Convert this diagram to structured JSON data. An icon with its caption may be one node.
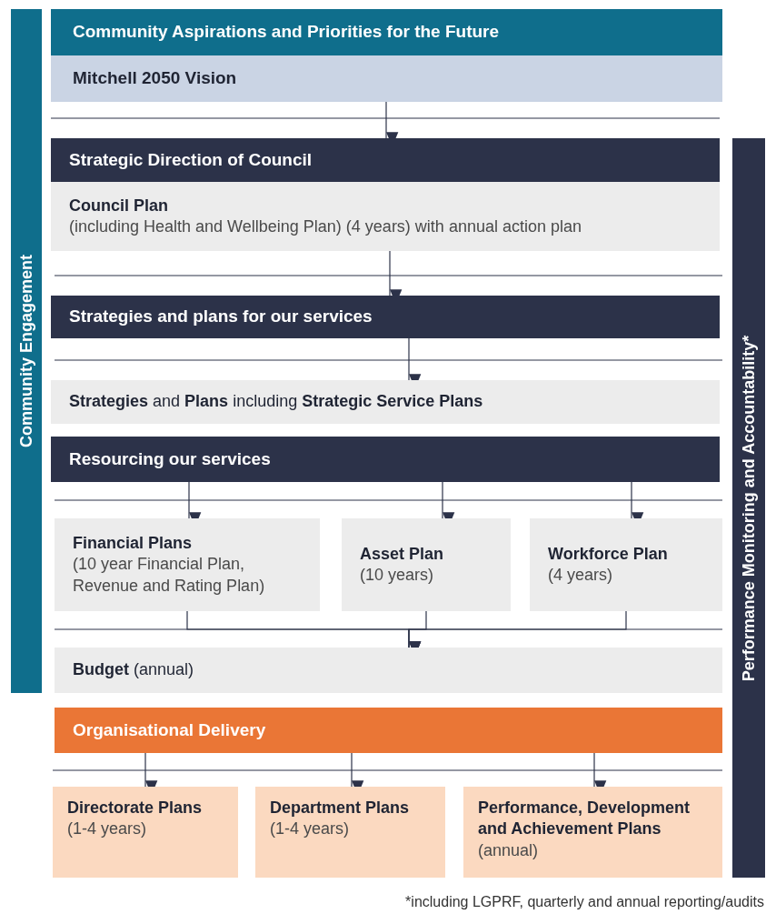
{
  "diagram": {
    "caption": "*including LGPRF, quarterly and annual reporting/audits",
    "nodes": [
      {
        "text": [
          "Community Engagement"
        ]
      },
      {
        "text": [
          "Performance Monitoring and Accountability*"
        ]
      },
      {
        "text": [
          "Community Aspirations and Priorities for the Future"
        ]
      },
      {
        "text": [
          "Mitchell 2050 Vision"
        ]
      },
      {
        "text": [
          "Strategic Direction of Council"
        ]
      },
      {
        "text": [
          "Council Plan",
          "(including Health and Wellbeing Plan) (4 years) with annual action plan"
        ]
      },
      {
        "text": [
          "Strategies and plans for our services"
        ]
      },
      {
        "text": [
          "**Strategies** and **Plans** including **Strategic Service Plans**"
        ]
      },
      {
        "text": [
          "Resourcing our services"
        ]
      },
      {
        "text": [
          "Financial Plans",
          "(10 year Financial Plan, Revenue and Rating Plan)"
        ]
      },
      {
        "text": [
          "Asset Plan",
          "(10 years)"
        ]
      },
      {
        "text": [
          "Workforce Plan",
          "(4 years)"
        ]
      },
      {
        "text": [
          "**Budget** (annual)"
        ]
      },
      {
        "text": [
          "Organisational Delivery"
        ]
      },
      {
        "text": [
          "Directorate Plans",
          "(1-4 years)"
        ]
      },
      {
        "text": [
          "Department Plans",
          "(1-4 years)"
        ]
      },
      {
        "text": [
          "Performance, Development and Achievement Plans",
          "(annual)"
        ]
      }
    ],
    "edges": [
      {
        "from": 3,
        "to": 4,
        "arrow": "to"
      },
      {
        "from": 5,
        "to": 6,
        "arrow": "to"
      },
      {
        "from": 6,
        "to": 7,
        "arrow": "to"
      },
      {
        "from": 8,
        "to": 9,
        "arrow": "to"
      },
      {
        "from": 8,
        "to": 10,
        "arrow": "to"
      },
      {
        "from": 8,
        "to": 11,
        "arrow": "to"
      },
      {
        "from": 9,
        "to": 12,
        "arrow": "to"
      },
      {
        "from": 10,
        "to": 12,
        "arrow": "to"
      },
      {
        "from": 11,
        "to": 12,
        "arrow": "to"
      },
      {
        "from": 13,
        "to": 14,
        "arrow": "to"
      },
      {
        "from": 13,
        "to": 15,
        "arrow": "to"
      },
      {
        "from": 13,
        "to": 16,
        "arrow": "to"
      }
    ]
  }
}
